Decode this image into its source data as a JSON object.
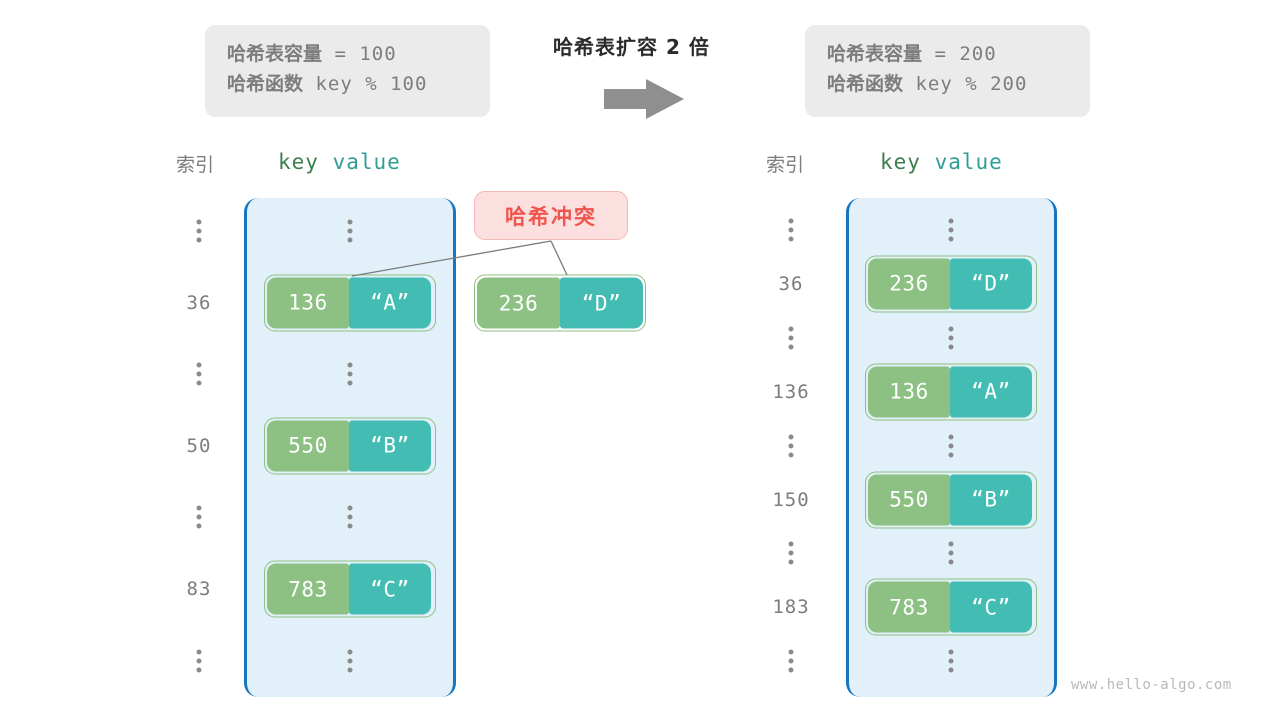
{
  "diagram": {
    "title_center": "哈希表扩容 2 倍",
    "watermark": "www.hello-algo.com",
    "accent_blue": "#1677c0",
    "bucket_fill": "#e2f0fa",
    "key_green": "#8cc183",
    "value_teal": "#43bdb3",
    "badge_red": "#f0554d"
  },
  "left_header": {
    "line1_label": "哈希表容量",
    "line1_value": "= 100",
    "line2_label": "哈希函数",
    "line2_value": "key % 100"
  },
  "right_header": {
    "line1_label": "哈希表容量",
    "line1_value": "= 200",
    "line2_label": "哈希函数",
    "line2_value": "key % 200"
  },
  "left_table": {
    "caption_index": "索引",
    "caption_key": "key",
    "caption_value": "value",
    "rows": [
      {
        "index": "⋮",
        "type": "ellipsis"
      },
      {
        "index": "36",
        "type": "entry",
        "key": "136",
        "value": "“A”"
      },
      {
        "index": "⋮",
        "type": "ellipsis"
      },
      {
        "index": "50",
        "type": "entry",
        "key": "550",
        "value": "“B”"
      },
      {
        "index": "⋮",
        "type": "ellipsis"
      },
      {
        "index": "83",
        "type": "entry",
        "key": "783",
        "value": "“C”"
      },
      {
        "index": "⋮",
        "type": "ellipsis"
      }
    ]
  },
  "right_table": {
    "caption_index": "索引",
    "caption_key": "key",
    "caption_value": "value",
    "rows": [
      {
        "index": "⋮",
        "type": "ellipsis"
      },
      {
        "index": "36",
        "type": "entry",
        "key": "236",
        "value": "“D”"
      },
      {
        "index": "⋮",
        "type": "ellipsis"
      },
      {
        "index": "136",
        "type": "entry",
        "key": "136",
        "value": "“A”"
      },
      {
        "index": "⋮",
        "type": "ellipsis"
      },
      {
        "index": "150",
        "type": "entry",
        "key": "550",
        "value": "“B”"
      },
      {
        "index": "⋮",
        "type": "ellipsis"
      },
      {
        "index": "183",
        "type": "entry",
        "key": "783",
        "value": "“C”"
      },
      {
        "index": "⋮",
        "type": "ellipsis"
      }
    ]
  },
  "collision": {
    "badge_label": "哈希冲突",
    "floating_entry": {
      "key": "236",
      "value": "“D”"
    }
  }
}
